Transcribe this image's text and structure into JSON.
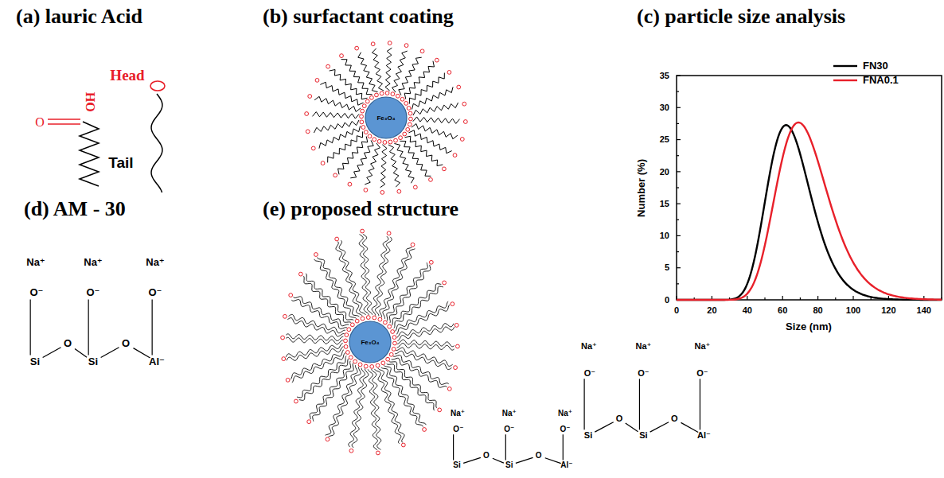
{
  "diagram": {
    "nodes": [
      {
        "text": [
          "Fe₃O₄"
        ]
      },
      {
        "text": [
          "Fe₃O₄"
        ]
      }
    ],
    "labels": [
      "(a) lauric Acid",
      "(b) surfactant coating",
      "(c) particle size analysis",
      "Head",
      "O",
      "OH",
      "Tail",
      "0",
      "5",
      "10",
      "15",
      "20",
      "25",
      "30",
      "35",
      "0",
      "20",
      "40",
      "60",
      "80",
      "100",
      "120",
      "140",
      "Number (%)",
      "Size (nm)",
      "(d) AM - 30",
      "(e) proposed structure",
      "Na⁺",
      "Na⁺",
      "Na⁺",
      "O⁻",
      "O⁻",
      "O⁻",
      "Si",
      "O",
      "Si",
      "O",
      "Al⁻",
      "Na⁺",
      "Na⁺",
      "Na⁺",
      "O⁻",
      "O⁻",
      "O⁻",
      "Si",
      "O",
      "Si",
      "O",
      "Al⁻",
      "Na⁺",
      "Na⁺",
      "Na⁺",
      "O⁻",
      "O⁻",
      "O⁻",
      "Si",
      "O",
      "Si",
      "O",
      "Al⁻"
    ],
    "legend": [
      {
        "text": "FN30"
      },
      {
        "text": "FNA0.1"
      }
    ]
  }
}
